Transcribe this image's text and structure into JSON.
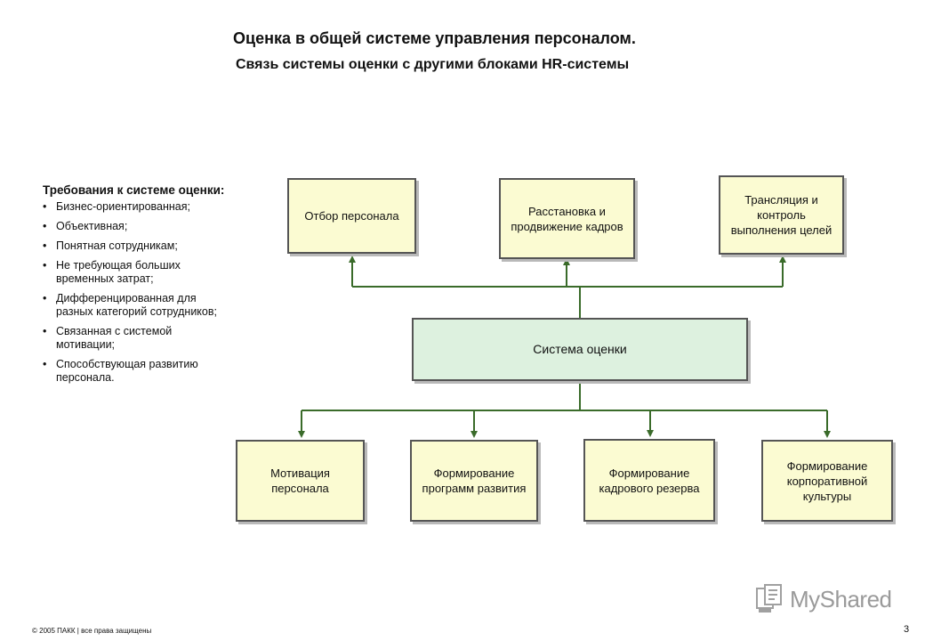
{
  "header": {
    "title": "Оценка в общей системе управления персоналом.",
    "subtitle": "Связь системы оценки с другими блоками HR-системы"
  },
  "requirements": {
    "heading": "Требования к системе оценки:",
    "items": [
      "Бизнес-ориентированная;",
      "Объективная;",
      "Понятная сотрудникам;",
      "Не требующая больших временных затрат;",
      "Дифференцированная для разных категорий сотрудников;",
      "Связанная с системой мотивации;",
      "Способствующая развитию персонала."
    ]
  },
  "diagram": {
    "center": "Система оценки",
    "top": [
      "Отбор персонала",
      "Расстановка и продвижение кадров",
      "Трансляция и контроль выполнения целей"
    ],
    "bottom": [
      "Мотивация персонала",
      "Формирование программ развития",
      "Формирование кадрового резерва",
      "Формирование корпоративной культуры"
    ]
  },
  "footer": {
    "copyright": "© 2005 ПАКК | все права защищены",
    "page_number": "3"
  },
  "watermark": {
    "text": "MyShared",
    "icon": "myshared-logo-icon"
  },
  "colors": {
    "box_fill": "#fbfbd2",
    "center_fill": "#ddf1df",
    "connector": "#3a6b2a"
  }
}
